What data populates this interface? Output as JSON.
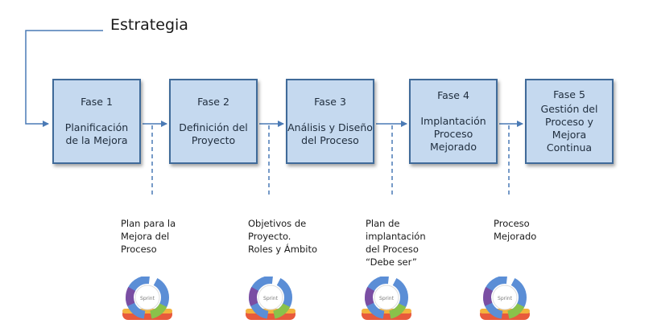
{
  "title": "Estrategia",
  "phases": [
    {
      "name": "Fase 1",
      "description": "Planificación\nde la Mejora"
    },
    {
      "name": "Fase 2",
      "description": "Definición del\nProyecto"
    },
    {
      "name": "Fase 3",
      "description": "Análisis y Diseño\ndel Proceso"
    },
    {
      "name": "Fase 4",
      "description": "Implantación\nProceso\nMejorado"
    },
    {
      "name": "Fase 5",
      "description": "Gestión del\nProceso y\nMejora\nContinua"
    }
  ],
  "deliverables": [
    "Plan para la\nMejora del\nProceso",
    "Objetivos de\nProyecto.\nRoles y Ámbito",
    "Plan de\nimplantación\ndel Proceso\n“Debe ser”",
    "Proceso\nMejorado"
  ],
  "cycle_icon": {
    "center_label": "Sprint"
  },
  "colors": {
    "box_fill": "#c5d9ef",
    "box_border": "#3f6a99",
    "connector": "#4a7ab5"
  }
}
